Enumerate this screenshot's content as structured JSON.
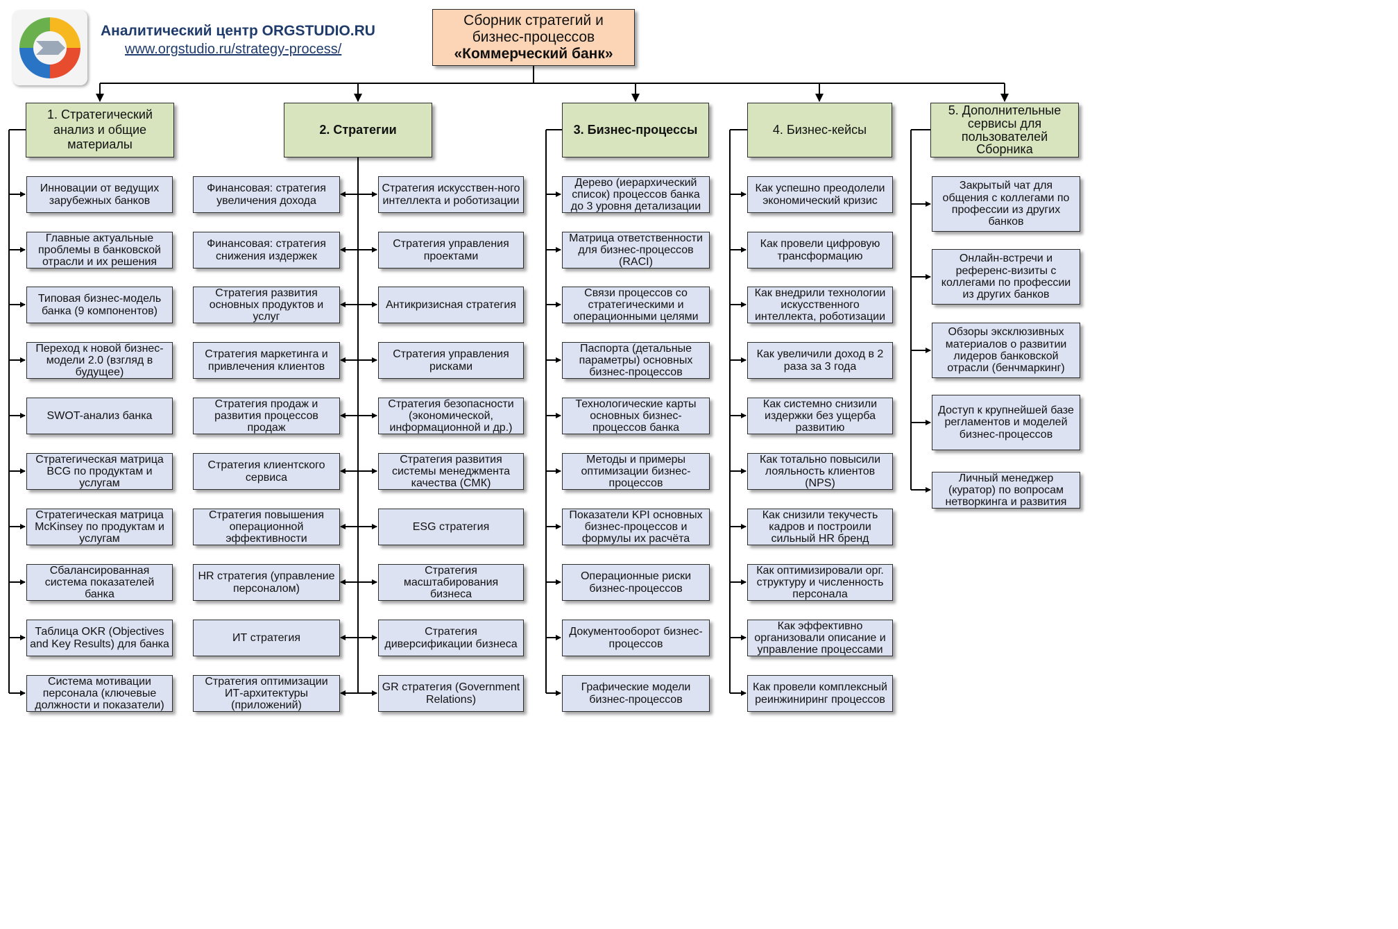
{
  "header": {
    "org_name": "Аналитический центр ORGSTUDIO.RU",
    "org_url": "www.orgstudio.ru/strategy-process/"
  },
  "root": {
    "line1": "Сборник стратегий и",
    "line2": "бизнес-процессов",
    "line3": "«Коммерческий банк»"
  },
  "categories": [
    {
      "title": "1. Стратегический анализ и общие материалы",
      "items": [
        "Инновации от ведущих зарубежных банков",
        "Главные актуальные проблемы в банковской отрасли и их решения",
        "Типовая бизнес-модель банка (9 компонентов)",
        "Переход к новой бизнес-модели 2.0 (взгляд в будущее)",
        "SWOT-анализ банка",
        "Стратегическая матрица BCG по продуктам и услугам",
        "Стратегическая матрица McKinsey по продуктам и услугам",
        "Сбалансированная система показателей банка",
        "Таблица OKR (Objectives and Key Results) для банка",
        "Система мотивации персонала (ключевые должности и показатели)"
      ]
    },
    {
      "title": "2. Стратегии",
      "items_left": [
        "Финансовая: стратегия увеличения дохода",
        "Финансовая: стратегия снижения издержек",
        "Стратегия развития основных продуктов и услуг",
        "Стратегия маркетинга и привлечения клиентов",
        "Стратегия продаж и развития процессов продаж",
        "Стратегия клиентского сервиса",
        "Стратегия повышения операционной эффективности",
        "HR стратегия (управление персоналом)",
        "ИТ стратегия",
        "Стратегия оптимизации ИТ-архитектуры (приложений)"
      ],
      "items_right": [
        "Стратегия искусствен-ного интеллекта и роботизации",
        "Стратегия управления проектами",
        "Антикризисная стратегия",
        "Стратегия управления рисками",
        "Стратегия безопасности (экономической, информационной и др.)",
        "Стратегия развития системы менеджмента качества (СМК)",
        "ESG стратегия",
        "Стратегия масштабирования бизнеса",
        "Стратегия диверсификации бизнеса",
        "GR стратегия (Government Relations)"
      ]
    },
    {
      "title": "3. Бизнес-процессы",
      "items": [
        "Дерево (иерархический список) процессов банка до 3 уровня детализации",
        "Матрица ответственности для бизнес-процессов (RACI)",
        "Связи процессов со стратегическими и операционными целями",
        "Паспорта (детальные параметры) основных бизнес-процессов",
        "Технологические карты основных бизнес-процессов банка",
        "Методы и примеры оптимизации бизнес-процессов",
        "Показатели KPI основных бизнес-процессов и формулы их расчёта",
        "Операционные риски бизнес-процессов",
        "Документооборот бизнес-процессов",
        "Графические модели бизнес-процессов"
      ]
    },
    {
      "title": "4. Бизнес-кейсы",
      "items": [
        "Как успешно преодолели экономический кризис",
        "Как провели цифровую трансформацию",
        "Как внедрили технологии искусственного интеллекта, роботизации",
        "Как увеличили доход в 2 раза за 3 года",
        "Как системно снизили издержки без ущерба развитию",
        "Как тотально повысили лояльность клиентов (NPS)",
        "Как снизили текучесть кадров и построили сильный HR бренд",
        "Как оптимизировали орг. структуру и численность персонала",
        "Как эффективно организовали описание и управление процессами",
        "Как провели комплексный реинжиниринг процессов"
      ]
    },
    {
      "title": "5. Дополнительные сервисы для пользователей Сборника",
      "items": [
        "Закрытый чат для общения с коллегами по профессии из других банков",
        "Онлайн-встречи и референс-визиты с коллегами по профессии из других банков",
        "Обзоры эксклюзивных материалов о развитии лидеров банковской отрасли (бенчмаркинг)",
        "Доступ к крупнейшей базе регламентов и моделей бизнес-процессов",
        "Личный менеджер (куратор) по вопросам нетворкинга и развития"
      ]
    }
  ],
  "colors": {
    "root_fill": "#fbd5b5",
    "category_fill": "#d7e4bd",
    "item_fill": "#dde2f2",
    "logo_green": "#6ab04c",
    "logo_yellow": "#f6b81e",
    "logo_red": "#e84c2e",
    "logo_blue": "#2a74c5"
  },
  "icons": [
    "orgstudio-logo-icon"
  ]
}
